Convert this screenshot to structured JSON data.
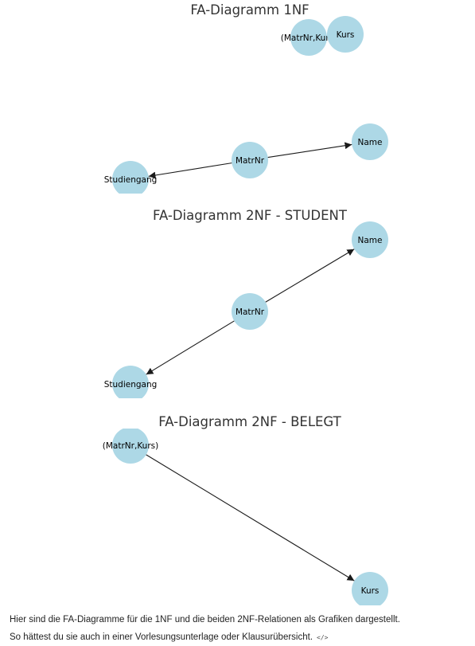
{
  "diagrams": [
    {
      "title": "FA-Diagramm 1NF",
      "nodes": [
        "(MatrNr,Kurs)",
        "Kurs",
        "MatrNr",
        "Name",
        "Studiengang"
      ],
      "edges": [
        [
          "MatrNr",
          "Name"
        ],
        [
          "MatrNr",
          "Studiengang"
        ]
      ]
    },
    {
      "title": "FA-Diagramm 2NF - STUDENT",
      "nodes": [
        "Name",
        "MatrNr",
        "Studiengang"
      ],
      "edges": [
        [
          "MatrNr",
          "Name"
        ],
        [
          "MatrNr",
          "Studiengang"
        ]
      ]
    },
    {
      "title": "FA-Diagramm 2NF - BELEGT",
      "nodes": [
        "(MatrNr,Kurs)",
        "Kurs"
      ],
      "edges": [
        [
          "(MatrNr,Kurs)",
          "Kurs"
        ]
      ]
    }
  ],
  "caption": {
    "line1": "Hier sind die FA-Diagramme für die 1NF und die beiden 2NF-Relationen als Grafiken dargestellt.",
    "line2": "So hättest du sie auch in einer Vorlesungsunterlage oder Klausurübersicht.",
    "code_icon": "code-icon"
  },
  "colors": {
    "node_fill": "#add8e6",
    "edge": "#1a1a1a",
    "title": "#333333"
  }
}
